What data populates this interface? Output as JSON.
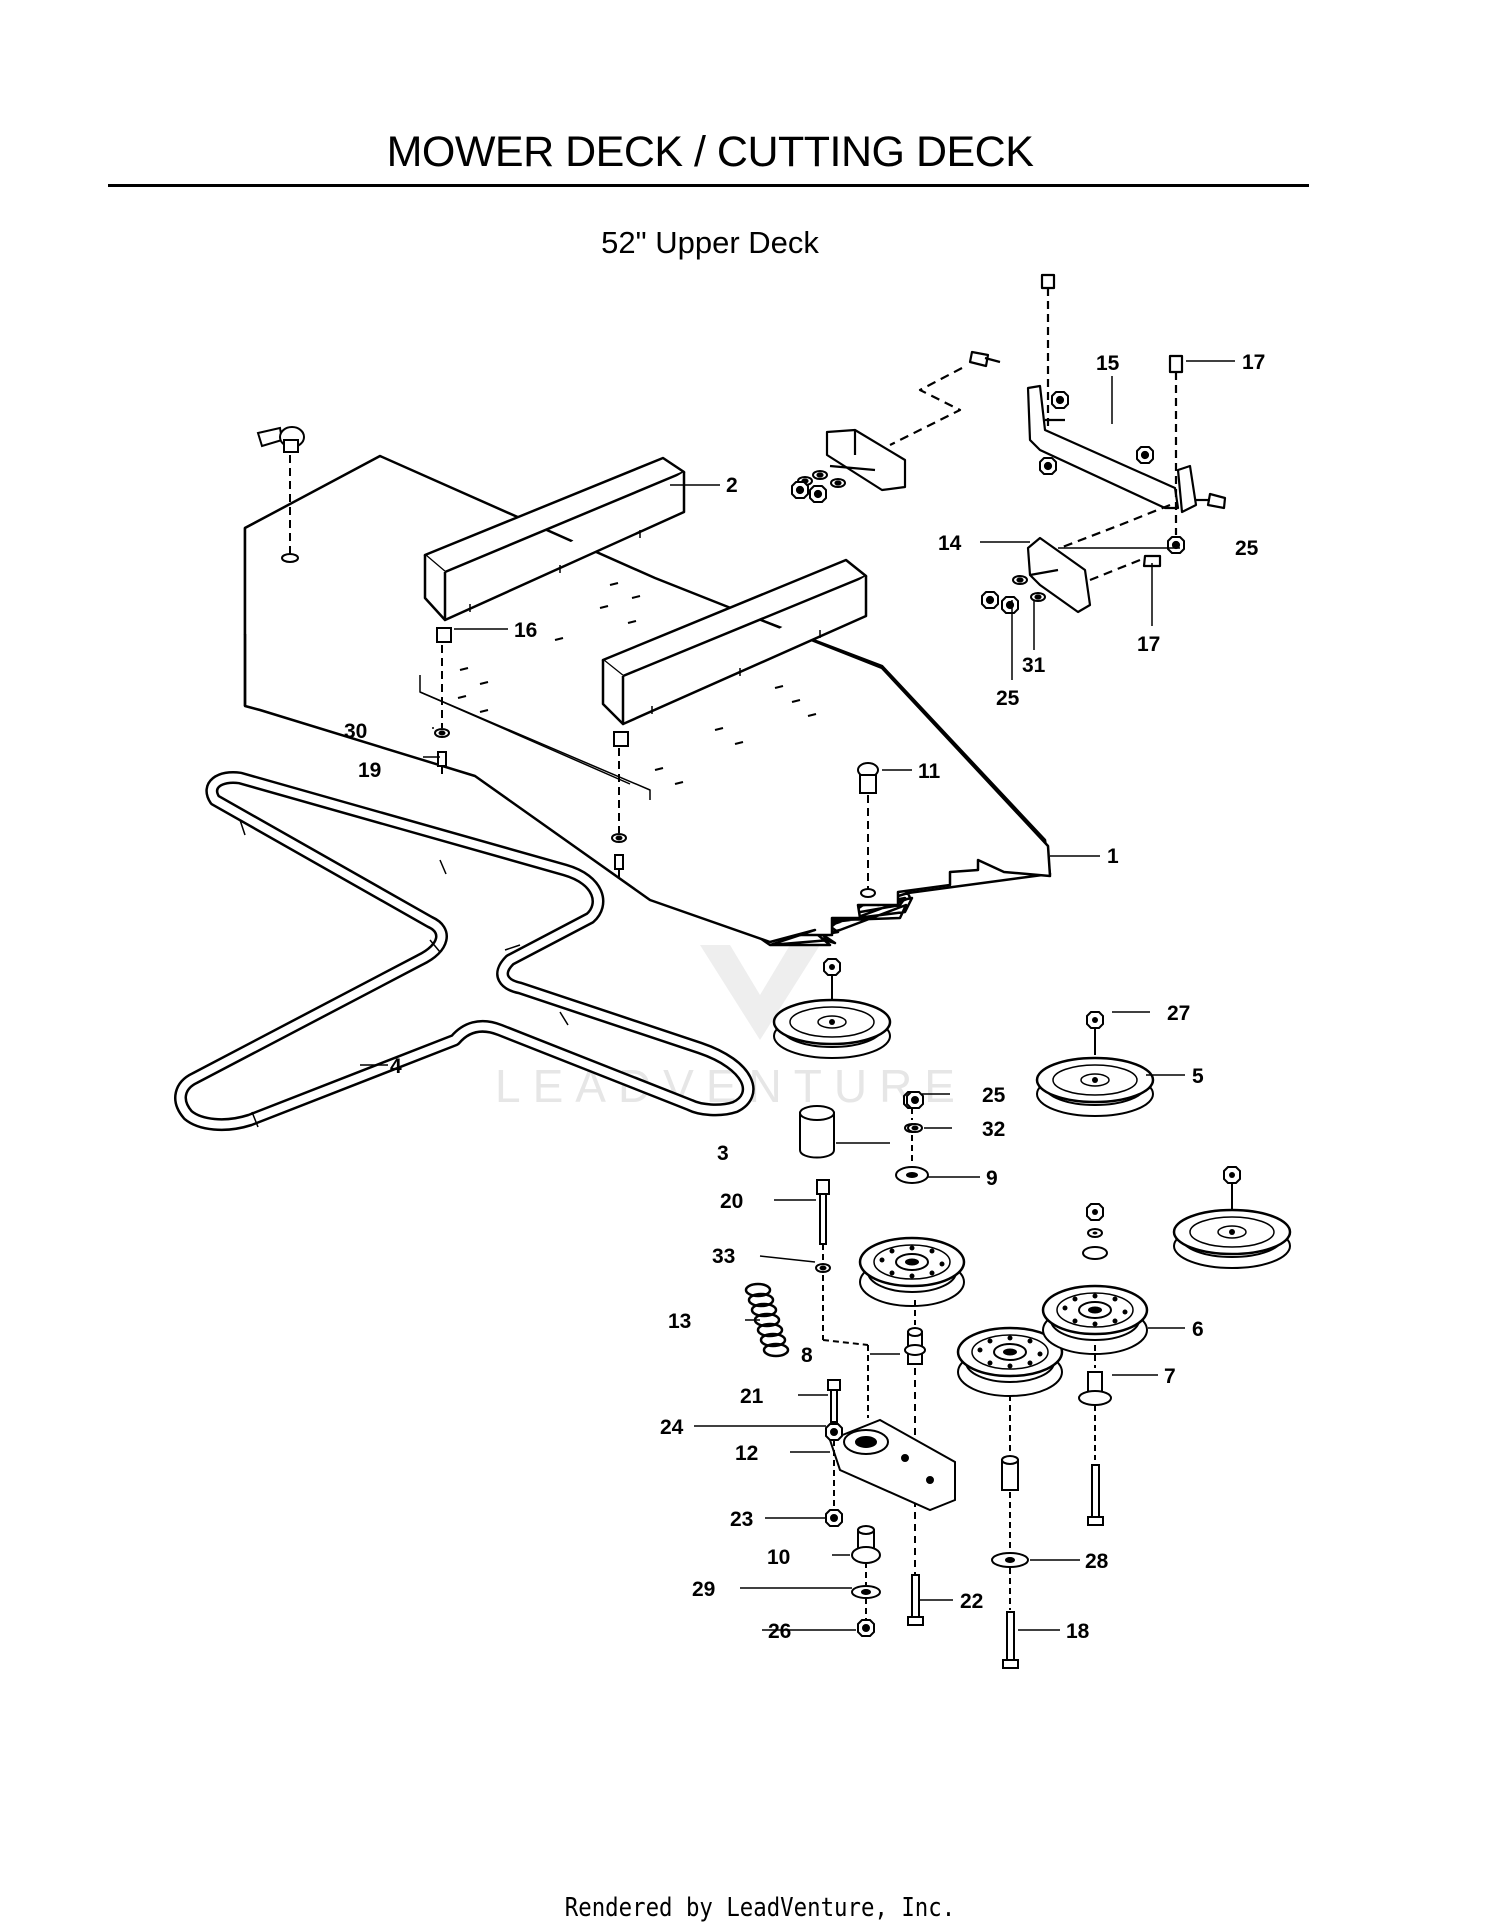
{
  "page": {
    "title": "MOWER DECK / CUTTING DECK",
    "subtitle": "52\" Upper Deck",
    "footer": "Rendered by LeadVenture, Inc.",
    "watermark": "LEADVENTURE"
  },
  "callouts": [
    "1",
    "2",
    "3",
    "4",
    "5",
    "6",
    "7",
    "8",
    "9",
    "10",
    "11",
    "12",
    "13",
    "14",
    "15",
    "16",
    "17",
    "17",
    "18",
    "19",
    "20",
    "21",
    "22",
    "23",
    "24",
    "25",
    "25",
    "25",
    "26",
    "27",
    "28",
    "29",
    "30",
    "31",
    "32",
    "33"
  ],
  "colors": {
    "line": "#000000",
    "watermark": "#e6e6e6"
  }
}
